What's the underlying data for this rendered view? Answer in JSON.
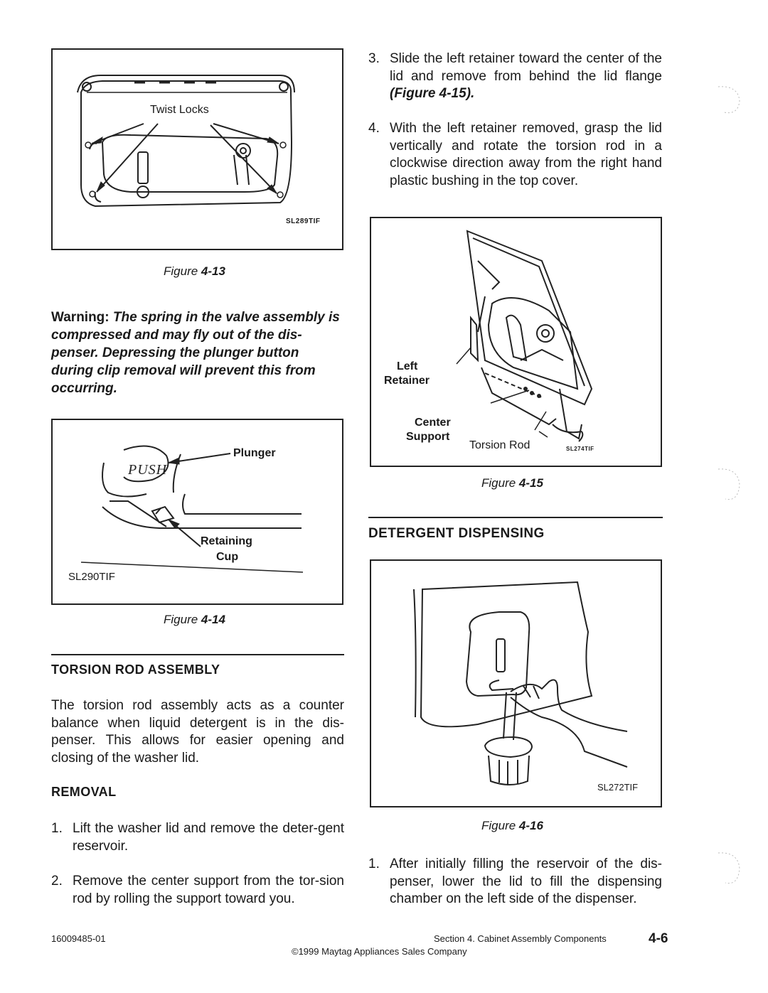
{
  "figure_13": {
    "label": "Twist Locks",
    "code": "SL289TIF",
    "caption_prefix": "Figure ",
    "caption_num": "4-13"
  },
  "warning": {
    "lead": "Warning:",
    "text": "The spring in the valve assembly is compressed and may fly out of the dis-penser. Depressing the plunger button during clip removal will prevent this from occurring."
  },
  "figure_14": {
    "push": "PUSH",
    "plunger": "Plunger",
    "retaining_1": "Retaining",
    "retaining_2": "Cup",
    "code": "SL290TIF",
    "caption_prefix": "Figure ",
    "caption_num": "4-14"
  },
  "torsion": {
    "heading": "TORSION ROD ASSEMBLY",
    "paragraph": "The torsion rod assembly acts as a counter balance when liquid detergent is in the dis-penser. This allows for easier opening and closing of the washer lid."
  },
  "removal": {
    "heading": "REMOVAL",
    "steps": [
      {
        "num": "1.",
        "text": "Lift the washer lid and remove the deter-gent reservoir."
      },
      {
        "num": "2.",
        "text": "Remove the center support from the tor-sion rod by rolling the support toward you."
      },
      {
        "num": "3.",
        "text_main": "Slide the left retainer toward the center of the lid and remove from behind the lid flange ",
        "text_ref": "(Figure 4-15)."
      },
      {
        "num": "4.",
        "text": "With the left retainer removed, grasp the lid vertically and rotate the torsion rod in a clockwise direction away from the right hand plastic bushing in the top cover."
      }
    ]
  },
  "figure_15": {
    "left_1": "Left",
    "left_2": "Retainer",
    "center_1": "Center",
    "center_2": "Support",
    "torsion_rod": "Torsion Rod",
    "code": "SL274TIF",
    "caption_prefix": "Figure ",
    "caption_num": "4-15"
  },
  "detergent": {
    "heading": "DETERGENT DISPENSING",
    "step_num": "1.",
    "step_text": "After initially filling the reservoir of the dis-penser, lower the lid to fill the dispensing chamber on the left side of the dispenser."
  },
  "figure_16": {
    "code": "SL272TIF",
    "caption_prefix": "Figure ",
    "caption_num": "4-16"
  },
  "footer": {
    "doc_number": "16009485-01",
    "section": "Section 4. Cabinet Assembly Components",
    "page": "4-6",
    "copyright": "©1999 Maytag Appliances Sales Company"
  }
}
